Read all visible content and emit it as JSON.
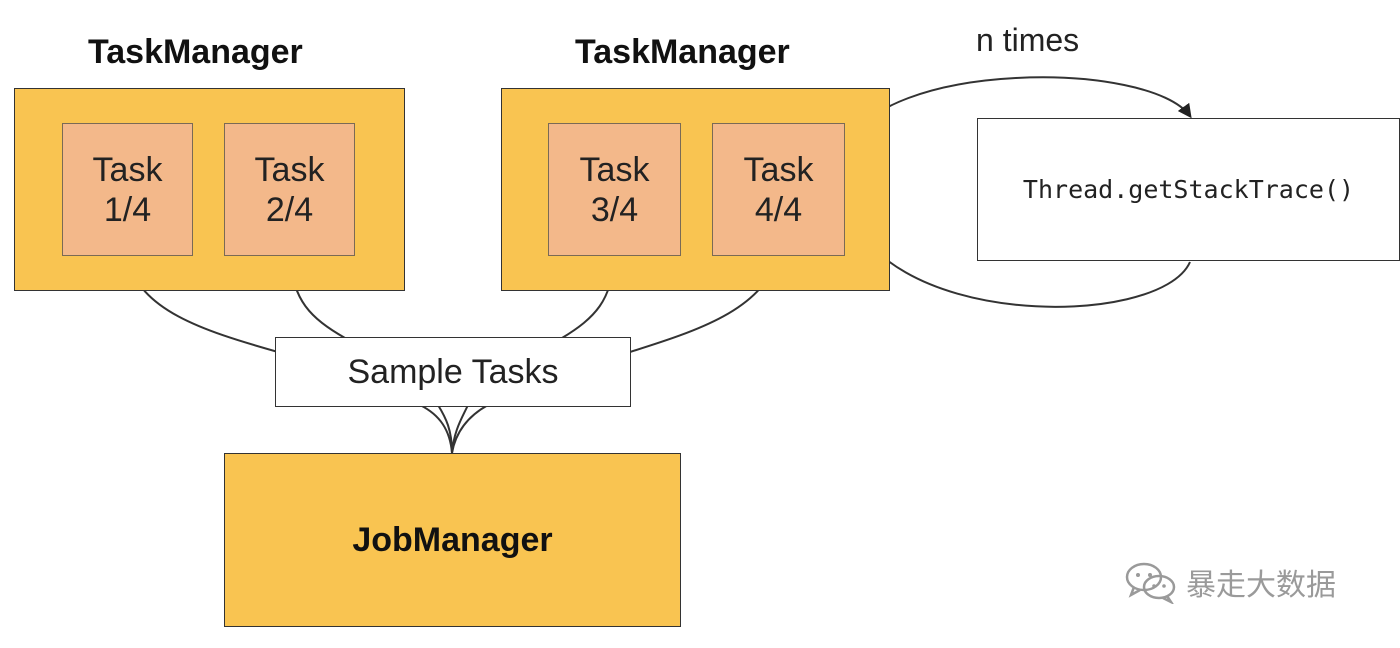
{
  "taskmanagers": [
    {
      "title": "TaskManager",
      "tasks": [
        {
          "name": "Task",
          "index": "1/4"
        },
        {
          "name": "Task",
          "index": "2/4"
        }
      ]
    },
    {
      "title": "TaskManager",
      "tasks": [
        {
          "name": "Task",
          "index": "3/4"
        },
        {
          "name": "Task",
          "index": "4/4"
        }
      ]
    }
  ],
  "sample_tasks_label": "Sample Tasks",
  "jobmanager_label": "JobManager",
  "stack_trace_label": "Thread.getStackTrace()",
  "loop_label": "n times",
  "watermark_text": "暴走大数据",
  "colors": {
    "manager_fill": "#f9c451",
    "task_fill": "#f3b88a",
    "stroke": "#333333",
    "watermark": "#9a9a9a"
  },
  "icons": {
    "watermark_logo": "wechat-icon"
  }
}
